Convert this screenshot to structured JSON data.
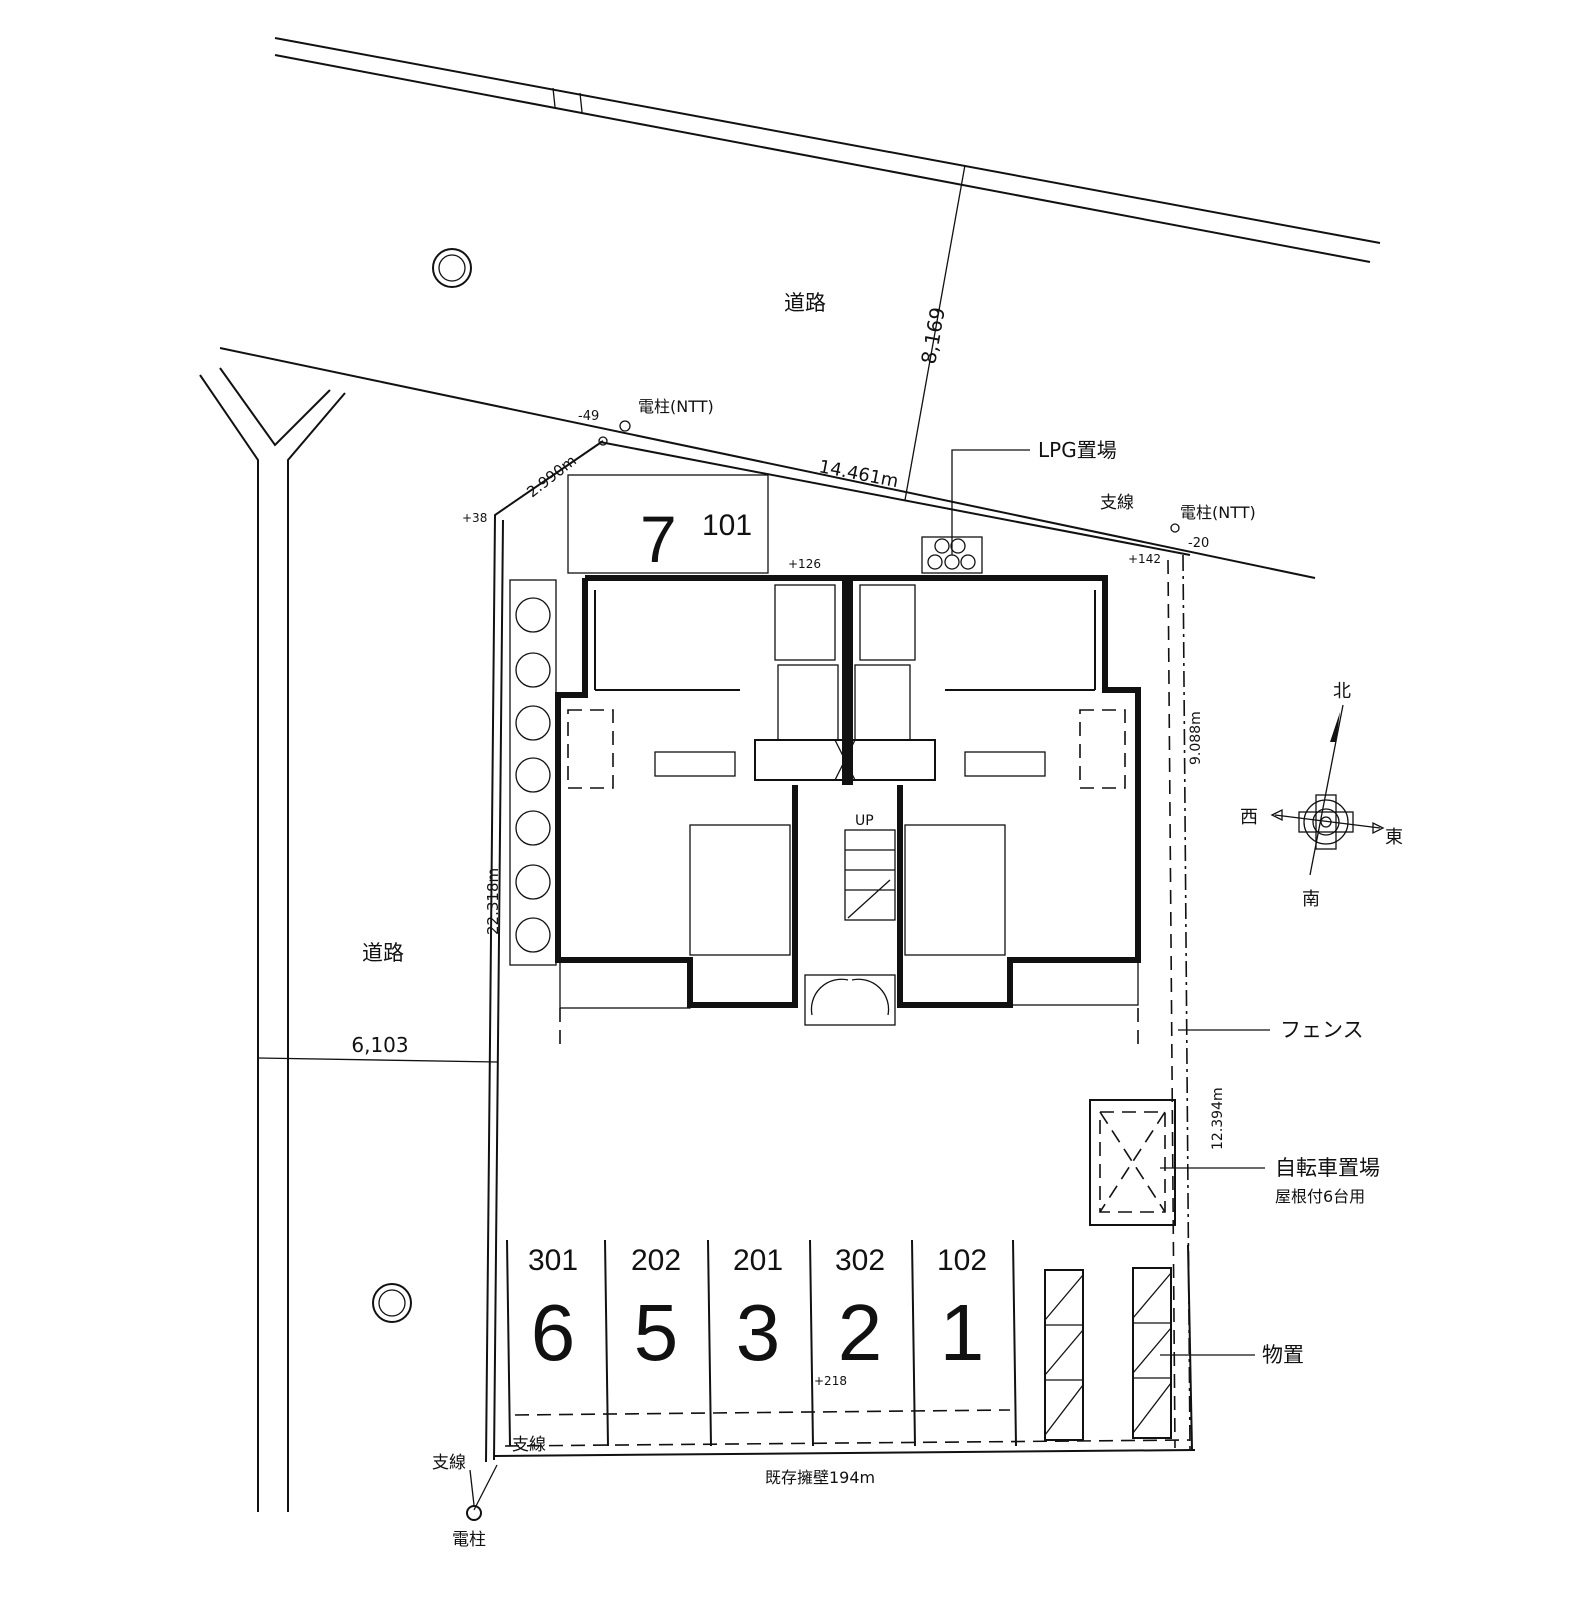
{
  "labels": {
    "road_north": "道路",
    "road_west": "道路",
    "dim_north_road": "8,169",
    "dim_west_road": "6,103",
    "dim_north_boundary": "14.461m",
    "dim_corner": "2.990m",
    "dim_west_boundary": "22.318m",
    "dim_east_upper": "9.088m",
    "dim_east_lower": "12.394m",
    "level_nw": "-49",
    "level_corner": "+38",
    "level_126": "+126",
    "level_142": "+142",
    "level_ne": "-20",
    "level_parking": "+218",
    "pole_ntt_1": "電柱(NTT)",
    "pole_ntt_2": "電柱(NTT)",
    "guy_wire_north": "支線",
    "guy_wire_sw_outer": "支線",
    "guy_wire_sw_inner": "支線",
    "pole_sw": "電柱",
    "lpg": "LPG置場",
    "fence": "フェンス",
    "bicycle": "自転車置場",
    "bicycle_note": "屋根付6台用",
    "storage": "物置",
    "retaining_wall": "既存擁壁194m",
    "stairs_up": "UP"
  },
  "compass": {
    "north": "北",
    "south": "南",
    "east": "東",
    "west": "西"
  },
  "parking": {
    "top_slot": {
      "number": "7",
      "unit": "101"
    },
    "slots": [
      {
        "number": "6",
        "unit": "301"
      },
      {
        "number": "5",
        "unit": "202"
      },
      {
        "number": "3",
        "unit": "201"
      },
      {
        "number": "2",
        "unit": "302"
      },
      {
        "number": "1",
        "unit": "102"
      }
    ]
  }
}
